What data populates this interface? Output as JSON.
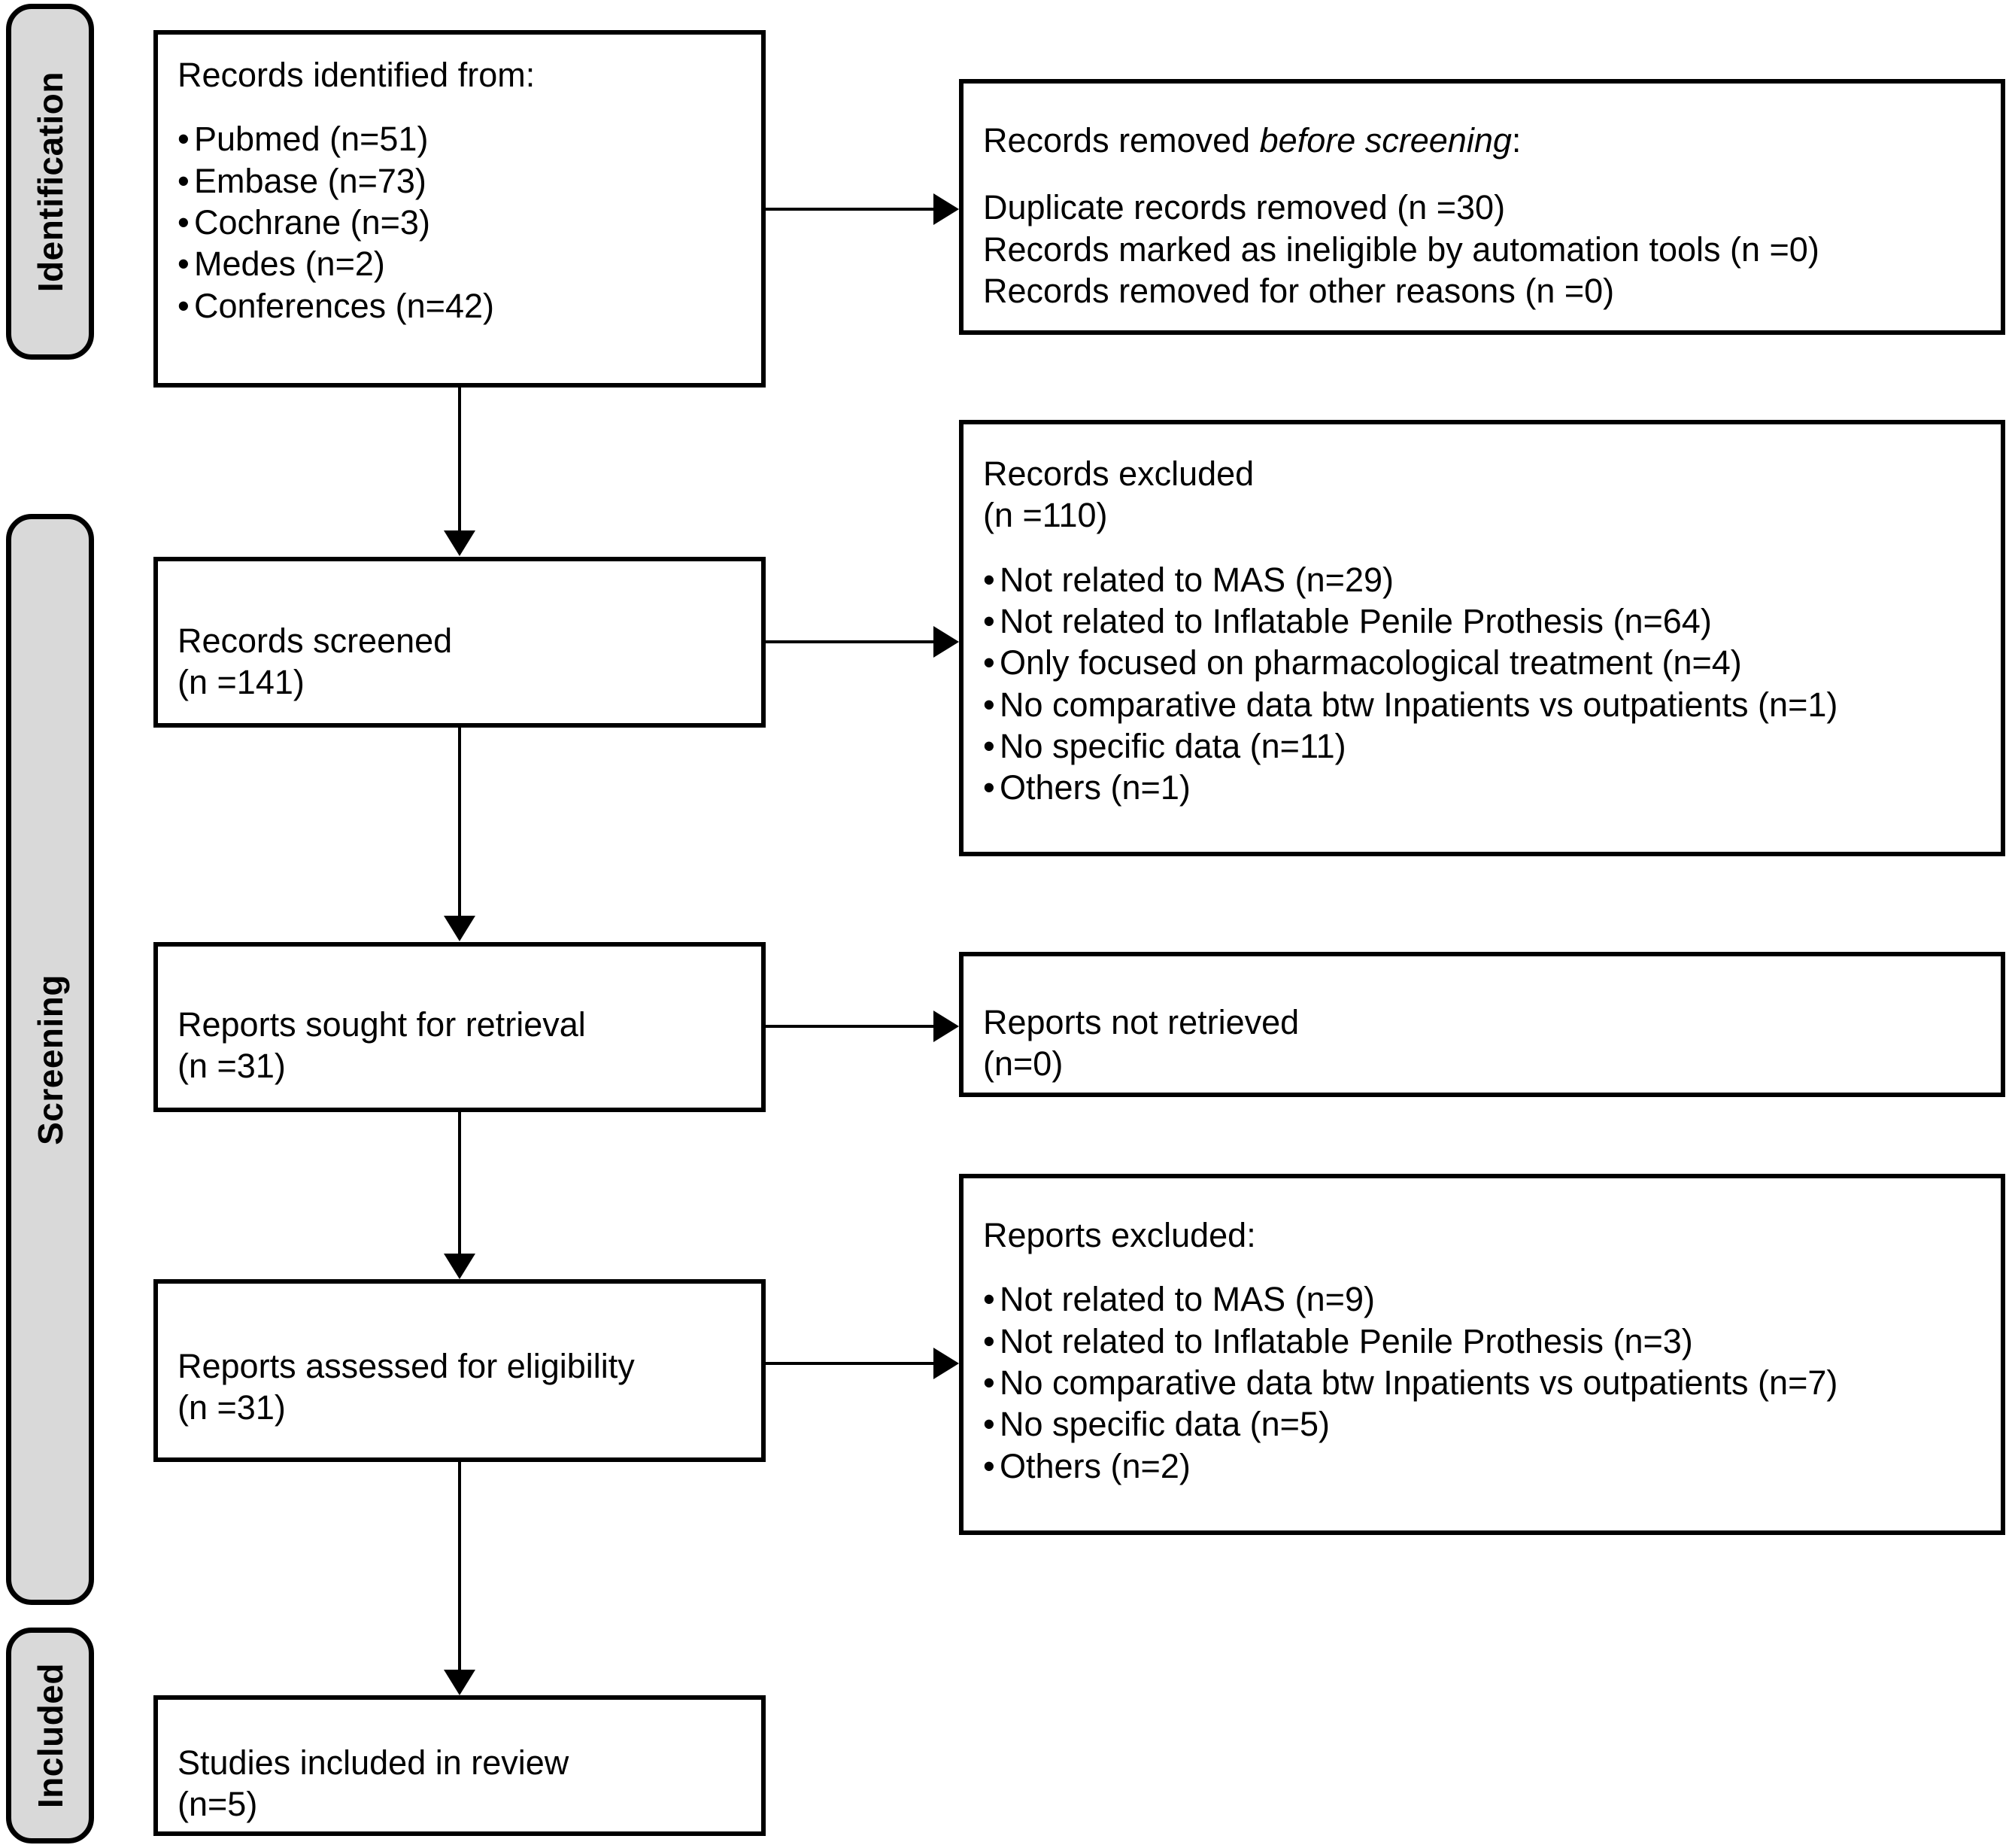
{
  "diagram": {
    "type": "prisma-flow-diagram",
    "stages": [
      {
        "id": "identification",
        "label": "Identification"
      },
      {
        "id": "screening",
        "label": "Screening"
      },
      {
        "id": "included",
        "label": "Included"
      }
    ],
    "boxes": {
      "records_identified": {
        "title": "Records identified from:",
        "bullets": [
          "Pubmed (n=51)",
          "Embase (n=73)",
          "Cochrane (n=3)",
          "Medes (n=2)",
          "Conferences (n=42)"
        ]
      },
      "records_removed_before_screening": {
        "title_prefix": "Records removed ",
        "title_italic": "before screening",
        "title_suffix": ":",
        "lines": [
          "Duplicate records removed (n =30)",
          "Records marked as ineligible by automation tools (n =0)",
          "Records removed for other reasons (n =0)"
        ]
      },
      "records_screened": {
        "title": "Records screened",
        "count": "(n =141)"
      },
      "records_excluded": {
        "title": "Records excluded",
        "count": "(n =110)",
        "bullets": [
          "Not related to MAS (n=29)",
          "Not related to Inflatable Penile Prothesis (n=64)",
          "Only focused on pharmacological treatment (n=4)",
          "No comparative data btw Inpatients vs outpatients (n=1)",
          "No specific data (n=11)",
          "Others (n=1)"
        ]
      },
      "reports_sought": {
        "title": "Reports sought for retrieval",
        "count": "(n =31)"
      },
      "reports_not_retrieved": {
        "title": "Reports not retrieved",
        "count": "(n=0)"
      },
      "reports_assessed": {
        "title": "Reports assessed for eligibility",
        "count": "(n =31)"
      },
      "reports_excluded": {
        "title": "Reports excluded:",
        "bullets": [
          "Not related to MAS (n=9)",
          "Not related to Inflatable Penile Prothesis (n=3)",
          "No comparative data btw Inpatients vs outpatients (n=7)",
          "No specific data (n=5)",
          "Others (n=2)"
        ]
      },
      "studies_included": {
        "title": "Studies included in review",
        "count": "(n=5)"
      }
    },
    "colors": {
      "stage_band_fill": "#d9d9d9",
      "border": "#000000",
      "box_fill": "#ffffff",
      "text": "#000000"
    }
  }
}
